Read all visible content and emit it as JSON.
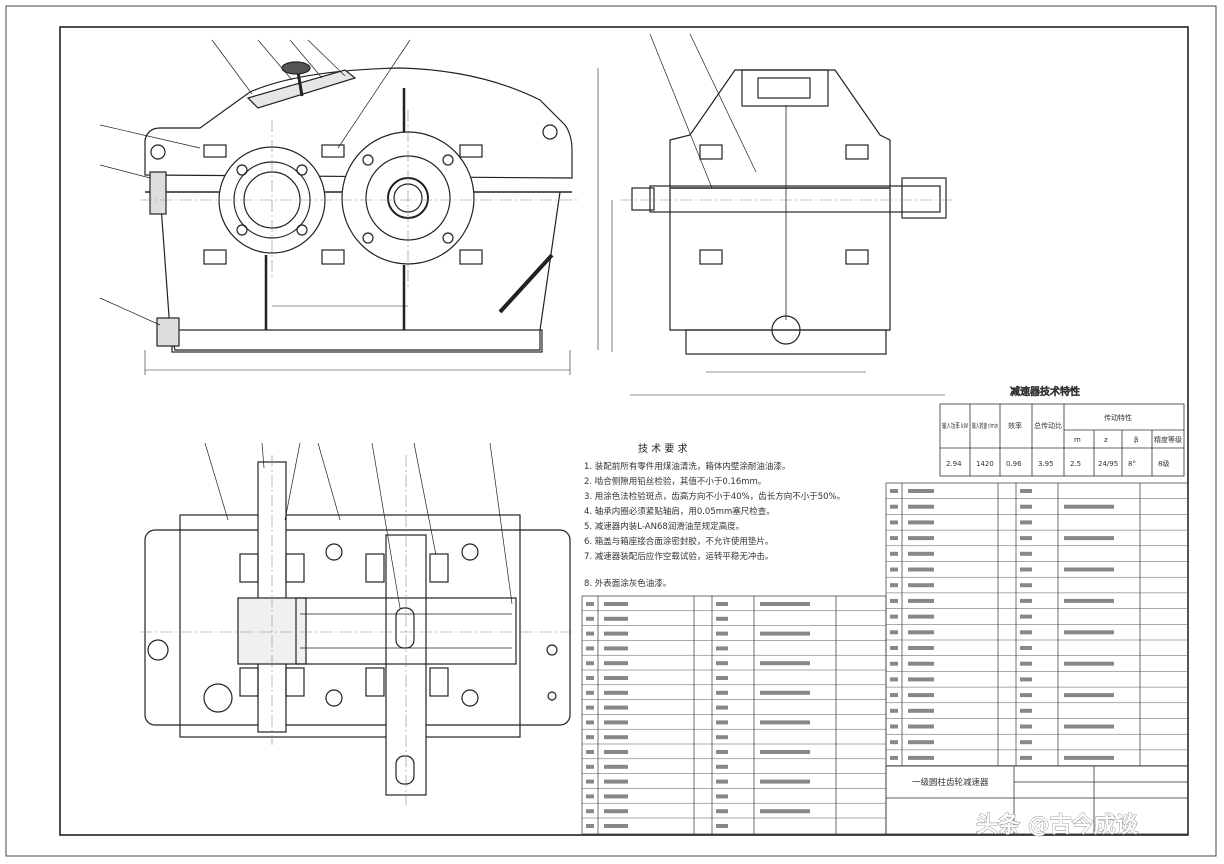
{
  "watermark": "头条 @古今成谈",
  "notes": {
    "title": "技 术 要 求",
    "lines": [
      "1. 装配前所有零件用煤油清洗，箱体内壁涂耐油油漆。",
      "2. 啮合侧隙用铅丝检验，其值不小于0.16mm。",
      "3. 用涂色法检验斑点，齿高方向不小于40%，齿长方向不小于50%。",
      "4. 轴承内圈必须紧贴轴肩，用0.05mm塞尺检查。",
      "5. 减速器内装L-AN68润滑油至规定高度。",
      "6. 箱盖与箱座接合面涂密封胶，不允许使用垫片。",
      "7. 减速器装配后应作空载试验，运转平稳无冲击。",
      "8. 外表面涂灰色油漆。"
    ]
  },
  "spec_table": {
    "title": "减速器技术特性",
    "headers": [
      "输入功率 kW",
      "输入转速 r/min",
      "效率",
      "总传动比",
      "传动特性"
    ],
    "sub_headers": [
      "m",
      "z",
      "β",
      "精度等级"
    ],
    "values": [
      "2.94",
      "1420",
      "0.96",
      "3.95",
      "2.5",
      "24/95",
      "8°",
      "8级"
    ]
  },
  "title_block": {
    "name": "一级圆柱齿轮减速器"
  }
}
